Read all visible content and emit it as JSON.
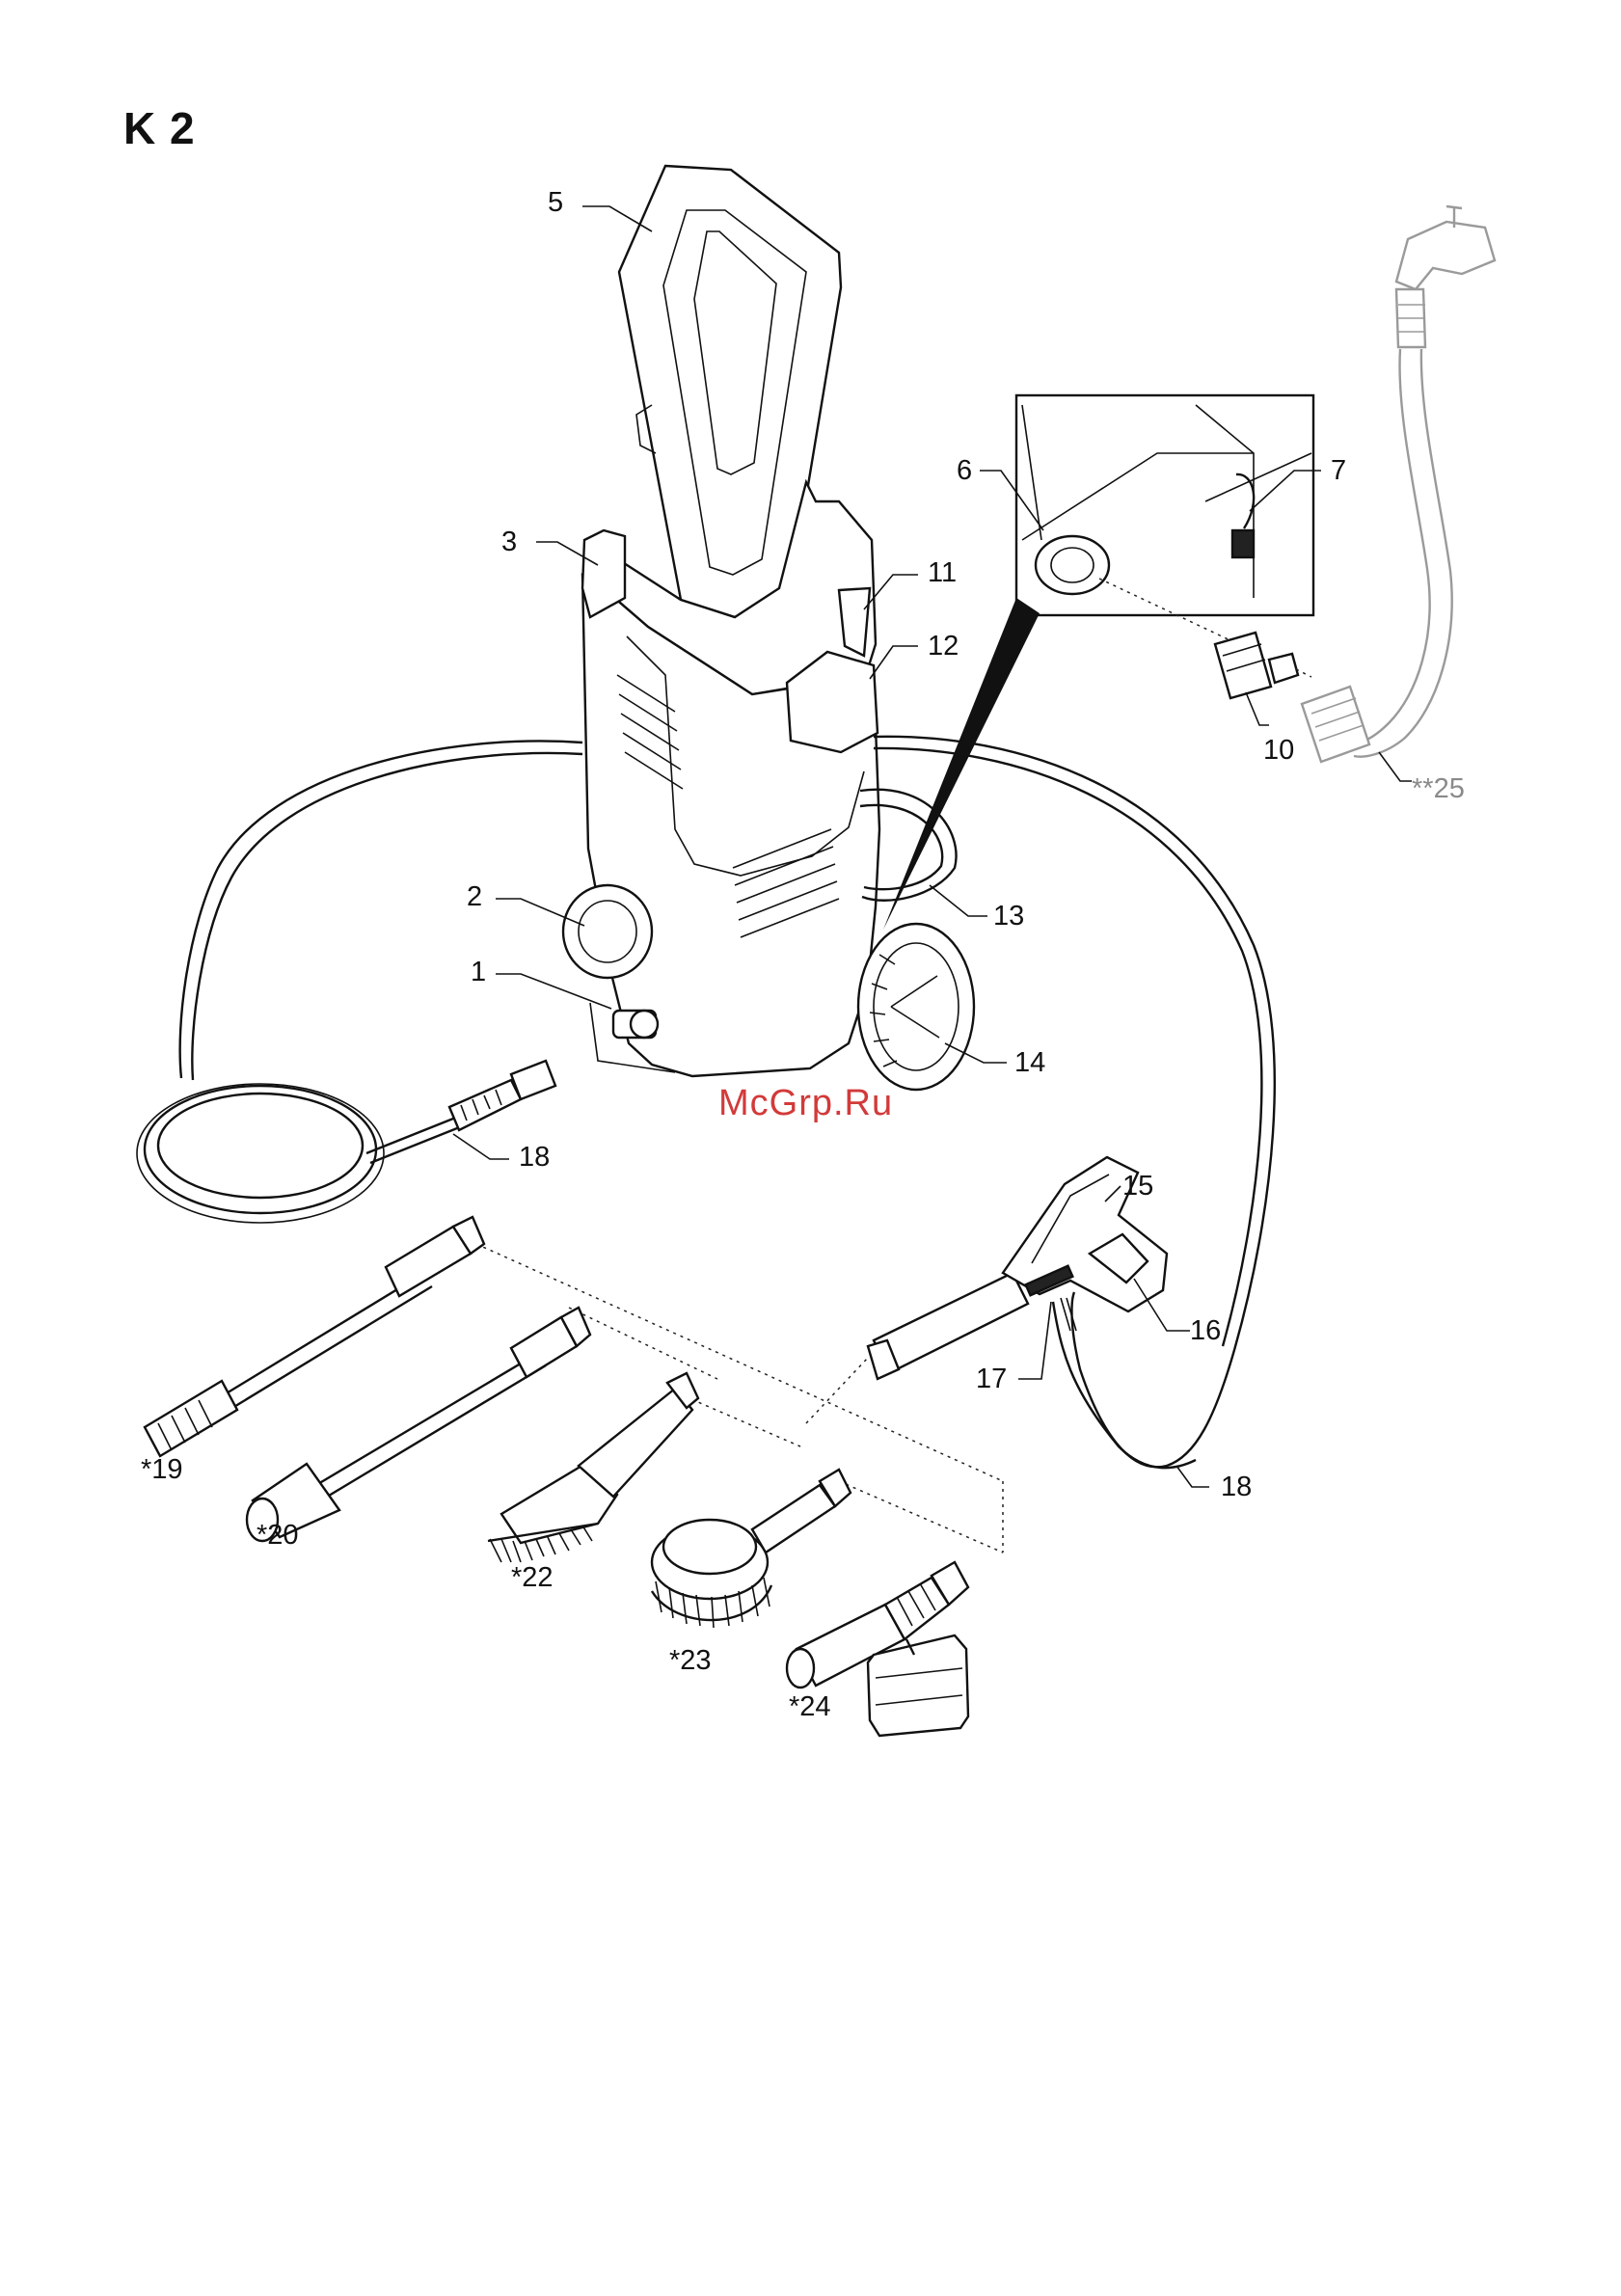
{
  "page": {
    "title": "K 2"
  },
  "watermark": "McGrp.Ru",
  "callouts": [
    {
      "id": "5",
      "text": "5"
    },
    {
      "id": "3",
      "text": "3"
    },
    {
      "id": "11",
      "text": "11"
    },
    {
      "id": "12",
      "text": "12"
    },
    {
      "id": "2",
      "text": "2"
    },
    {
      "id": "1",
      "text": "1"
    },
    {
      "id": "13",
      "text": "13"
    },
    {
      "id": "14",
      "text": "14"
    },
    {
      "id": "18a",
      "text": "18"
    },
    {
      "id": "6",
      "text": "6"
    },
    {
      "id": "7",
      "text": "7"
    },
    {
      "id": "10",
      "text": "10"
    },
    {
      "id": "25",
      "text": "**25"
    },
    {
      "id": "15",
      "text": "15"
    },
    {
      "id": "16",
      "text": "16"
    },
    {
      "id": "17",
      "text": "17"
    },
    {
      "id": "18b",
      "text": "18"
    },
    {
      "id": "19",
      "text": "*19"
    },
    {
      "id": "20",
      "text": "*20"
    },
    {
      "id": "22",
      "text": "*22"
    },
    {
      "id": "23",
      "text": "*23"
    },
    {
      "id": "24",
      "text": "*24"
    }
  ]
}
